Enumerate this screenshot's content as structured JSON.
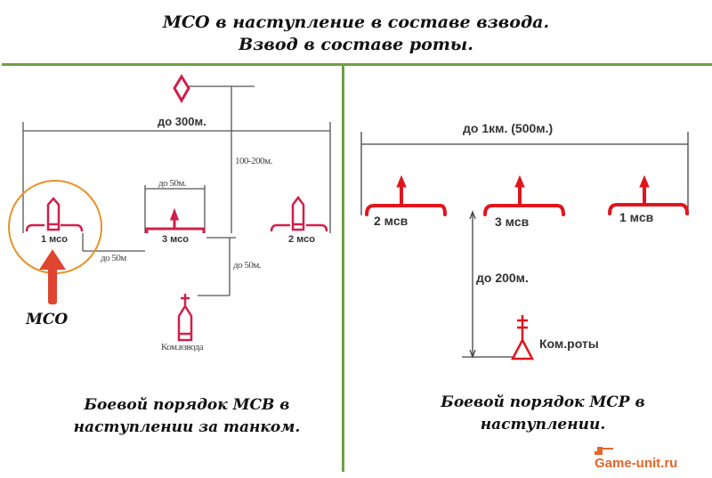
{
  "header": {
    "title_line1": "МСО в наступление в составе взвода.",
    "title_line2": "Взвод в составе роты."
  },
  "left_diagram": {
    "width_label": "до 300м.",
    "depth_label": "100-200м.",
    "interval_label_top": "до 50м.",
    "interval_label_side": "до 50м",
    "depth_label_cmd": "до 50м.",
    "units": [
      {
        "label": "1 мсо"
      },
      {
        "label": "3 мсо"
      },
      {
        "label": "2 мсо"
      }
    ],
    "commander_label": "Ком.взвода",
    "highlight_label": "МСО",
    "caption_line1": "Боевой порядок МСВ в",
    "caption_line2": "наступлении за танком."
  },
  "right_diagram": {
    "width_label": "до 1км. (500м.)",
    "depth_label": "до 200м.",
    "units": [
      {
        "label": "2 мсв"
      },
      {
        "label": "3 мсв"
      },
      {
        "label": "1 мсв"
      }
    ],
    "commander_label": "Ком.роты",
    "caption_line1": "Боевой порядок МСР в",
    "caption_line2": "наступлении."
  },
  "watermark": {
    "text": "Game-unit.ru"
  },
  "colors": {
    "accent_green": "#6fa041",
    "symbol_crimson": "#d0204a",
    "symbol_red": "#e0161c",
    "highlight_orange": "#e8922a",
    "arrow_red": "#e0452f",
    "logo_orange": "#e8652a"
  }
}
